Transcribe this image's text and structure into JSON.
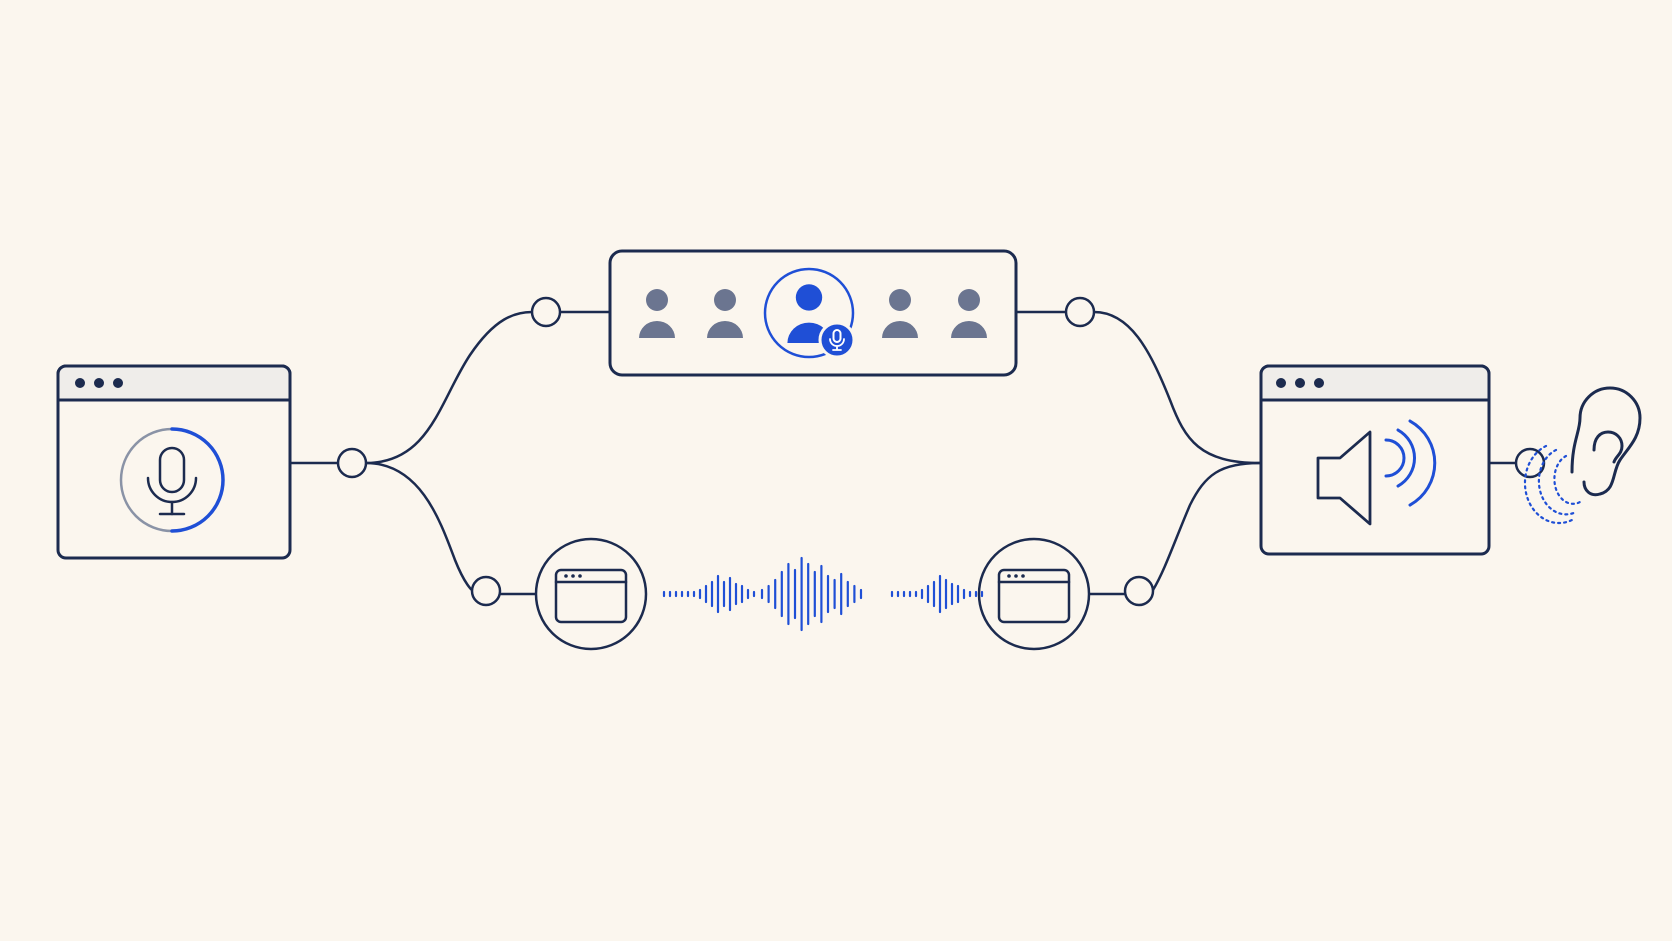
{
  "colors": {
    "background": "#fbf6ee",
    "line": "#1c2b4f",
    "accent": "#1f4fd6",
    "muted_person": "#6b7590",
    "window_bar": "#efedea",
    "node_fill": "#fbf6ee"
  },
  "diagram": {
    "nodes": [
      {
        "id": "sender-window",
        "icon": "microphone-icon",
        "kind": "browser-window",
        "level_fraction": 0.5
      },
      {
        "id": "participants-panel",
        "kind": "group",
        "people": 5,
        "active_index": 2,
        "active_badge_icon": "microphone-icon"
      },
      {
        "id": "peer-window-left",
        "icon": "browser-window-icon",
        "kind": "circle"
      },
      {
        "id": "peer-window-right",
        "icon": "browser-window-icon",
        "kind": "circle"
      },
      {
        "id": "receiver-window",
        "icon": "speaker-icon",
        "kind": "browser-window"
      },
      {
        "id": "listener",
        "icon": "ear-icon",
        "kind": "icon"
      }
    ],
    "edges": [
      {
        "from": "sender-window",
        "to": "participants-panel",
        "route": "upper"
      },
      {
        "from": "sender-window",
        "to": "peer-window-left",
        "route": "lower"
      },
      {
        "from": "peer-window-left",
        "to": "peer-window-right",
        "route": "audio-waveform"
      },
      {
        "from": "participants-panel",
        "to": "receiver-window",
        "route": "upper"
      },
      {
        "from": "peer-window-right",
        "to": "receiver-window",
        "route": "lower"
      },
      {
        "from": "receiver-window",
        "to": "listener",
        "route": "direct"
      }
    ]
  }
}
